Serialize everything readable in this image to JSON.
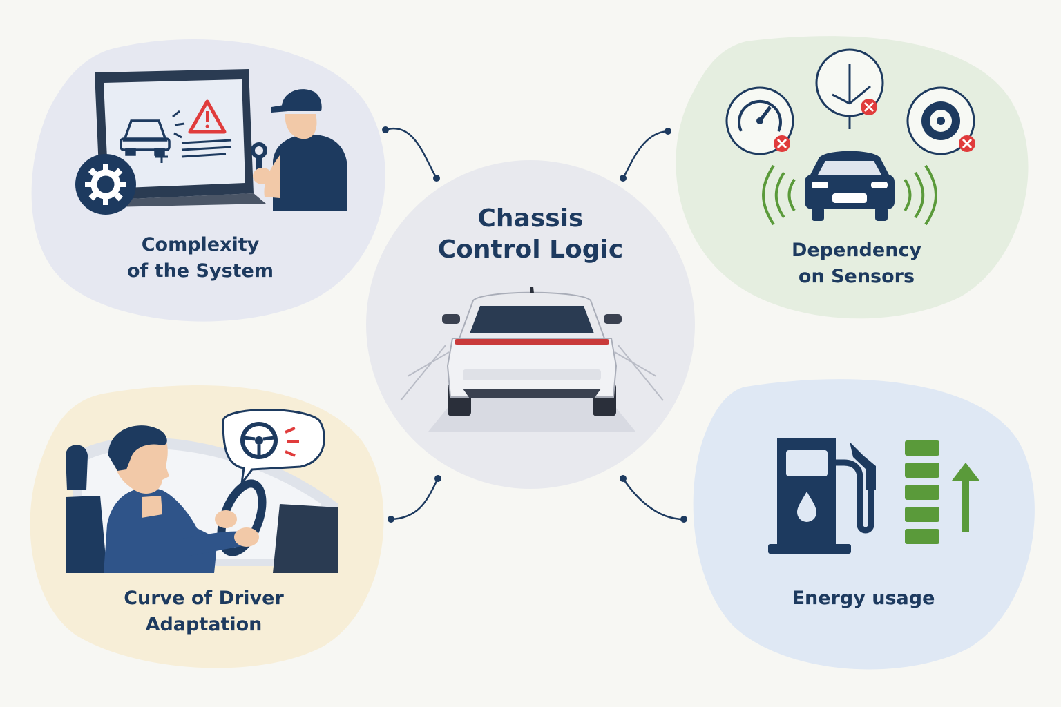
{
  "center": {
    "title_line1": "Chassis",
    "title_line2": "Control Logic",
    "icon": "suv-rear-icon"
  },
  "nodes": [
    {
      "id": "complexity",
      "line1": "Complexity",
      "line2": "of the System",
      "icon": "laptop-diagnostic-technician-icon"
    },
    {
      "id": "sensors",
      "line1": "Dependency",
      "line2": "on Sensors",
      "icon": "sensor-failure-car-icon"
    },
    {
      "id": "adaptation",
      "line1": "Curve of Driver",
      "line2": "Adaptation",
      "icon": "driver-steering-icon"
    },
    {
      "id": "energy",
      "line1": "Energy usage",
      "line2": "",
      "icon": "fuel-pump-level-icon"
    }
  ],
  "colors": {
    "navy": "#1d3a5f",
    "alert_red": "#e03c3c",
    "green": "#5a9a3a",
    "blob_complexity": "#e6e8f1",
    "blob_sensors": "#e5eee0",
    "blob_adaptation": "#f7eed7",
    "blob_energy": "#dfe8f4",
    "center_circle": "#e8e9ee"
  }
}
